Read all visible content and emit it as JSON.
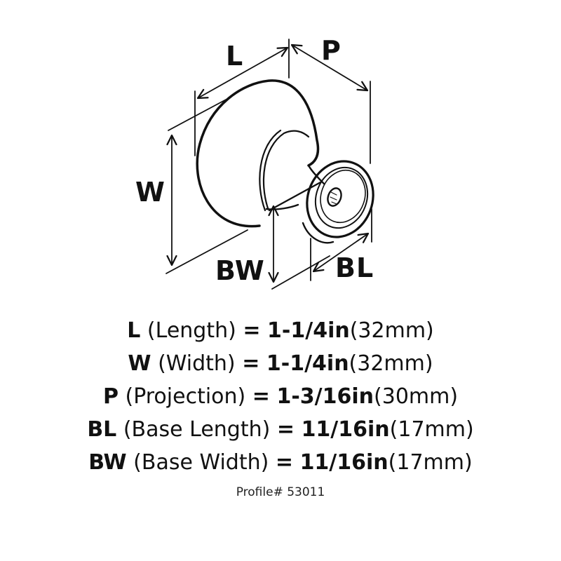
{
  "diagram": {
    "subject": "cabinet knob dimension drawing",
    "labels": {
      "L": "L",
      "P": "P",
      "W": "W",
      "BW": "BW",
      "BL": "BL"
    }
  },
  "specs": [
    {
      "abbr": "L",
      "name": "(Length)",
      "eq": "=",
      "inch": "1-1/4in",
      "mm": "(32mm)"
    },
    {
      "abbr": "W",
      "name": "(Width)",
      "eq": "=",
      "inch": "1-1/4in",
      "mm": "(32mm)"
    },
    {
      "abbr": "P",
      "name": "(Projection)",
      "eq": "=",
      "inch": "1-3/16in",
      "mm": "(30mm)"
    },
    {
      "abbr": "BL",
      "name": "(Base Length)",
      "eq": "=",
      "inch": "11/16in",
      "mm": "(17mm)"
    },
    {
      "abbr": "BW",
      "name": "(Base Width)",
      "eq": "=",
      "inch": "11/16in",
      "mm": "(17mm)"
    }
  ],
  "profile": "Profile# 53011"
}
